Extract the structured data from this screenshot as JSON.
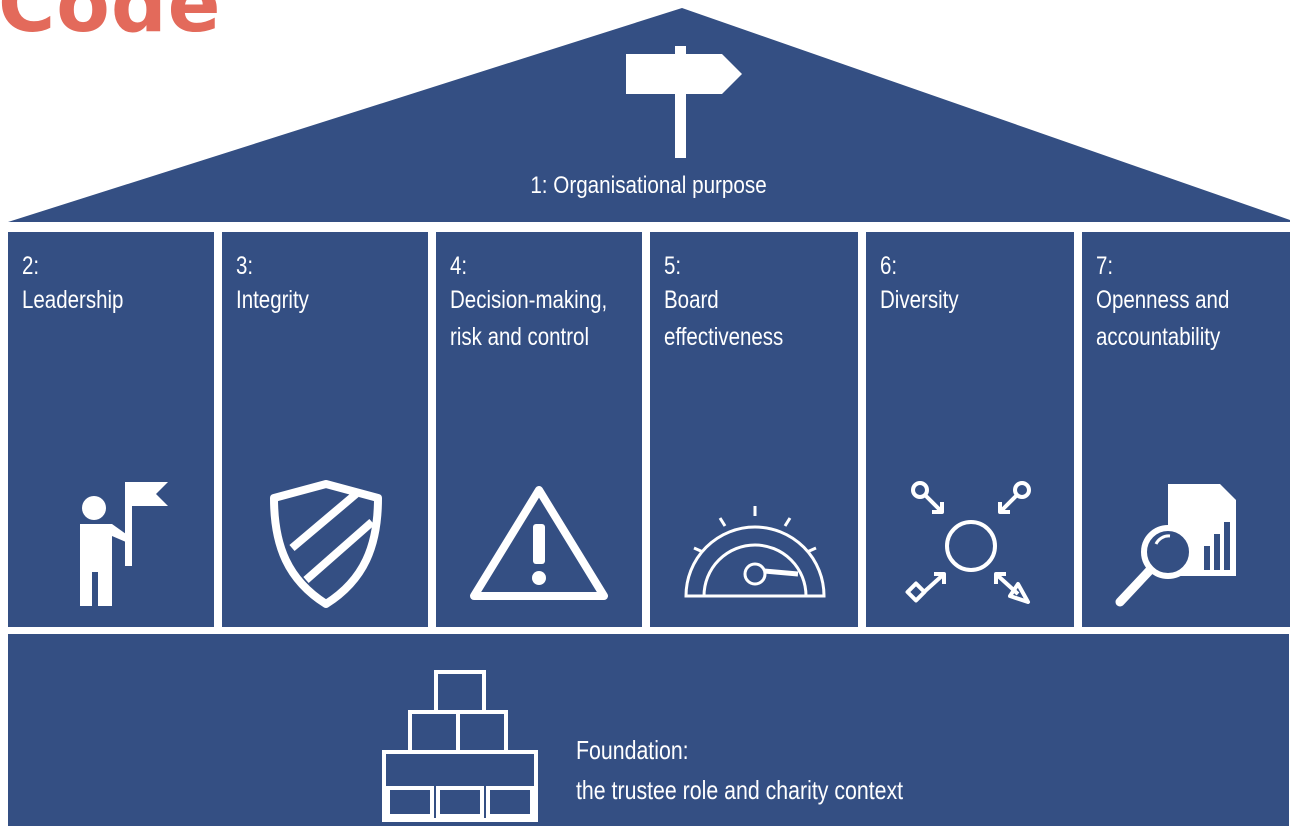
{
  "logo": {
    "text": "Code"
  },
  "colors": {
    "house_blue": "#344f83",
    "logo_coral": "#e36a5b",
    "line": "#ffffff"
  },
  "roof": {
    "label": "1: Organisational purpose",
    "icon": "signpost-icon"
  },
  "pillars": [
    {
      "number": "2:",
      "title": "Leadership",
      "icon": "person-with-flag-icon"
    },
    {
      "number": "3:",
      "title": "Integrity",
      "icon": "shield-icon"
    },
    {
      "number": "4:",
      "title": "Decision-making,\nrisk and control",
      "icon": "warning-triangle-icon"
    },
    {
      "number": "5:",
      "title": "Board\neffectiveness",
      "icon": "speedometer-gauge-icon"
    },
    {
      "number": "6:",
      "title": "Diversity",
      "icon": "diversity-arrows-icon"
    },
    {
      "number": "7:",
      "title": "Openness and\naccountability",
      "icon": "magnifier-report-icon"
    }
  ],
  "foundation": {
    "heading": "Foundation:",
    "subtitle": "the trustee role and charity context",
    "icon": "stacked-blocks-icon"
  }
}
